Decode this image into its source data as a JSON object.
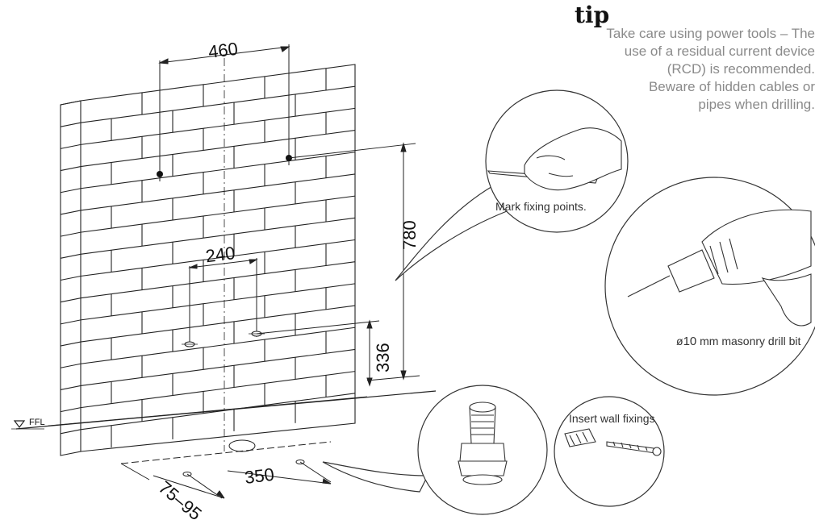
{
  "tip": {
    "title": "tip",
    "lines": [
      "Take care using power tools – The",
      "use of a residual current device",
      "(RCD) is recommended.",
      "Beware of hidden cables or",
      "pipes when drilling."
    ]
  },
  "dimensions": {
    "top_width": "460",
    "height_upper": "780",
    "inner_width": "240",
    "height_lower": "336",
    "floor_offset": "350",
    "floor_range": "75–95",
    "floor_level": "FFL"
  },
  "callouts": {
    "mark": "Mark fixing points.",
    "drill_symbol": "ø",
    "drill_size": "10",
    "drill_text": " mm masonry drill bit",
    "insert": "Insert wall fixings"
  }
}
